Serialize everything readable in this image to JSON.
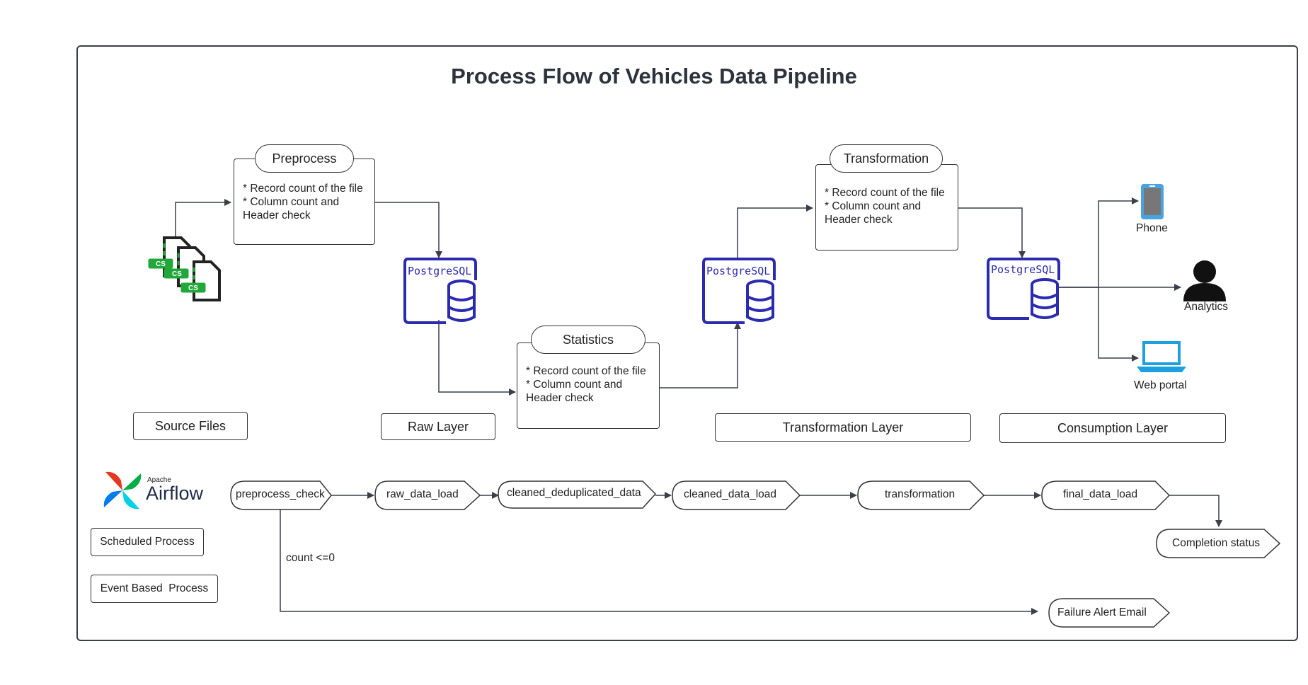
{
  "title": "Process Flow of Vehicles Data Pipeline",
  "stages": {
    "preprocess": {
      "label": "Preprocess",
      "lines": [
        "* Record count of the file",
        "* Column count and",
        "Header check"
      ]
    },
    "statistics": {
      "label": "Statistics",
      "lines": [
        "* Record count of the file",
        "* Column count and",
        "Header check"
      ]
    },
    "transformation": {
      "label": "Transformation",
      "lines": [
        "* Record count of the file",
        "* Column count and",
        "Header check"
      ]
    }
  },
  "databases": {
    "label": "PostgreSQL",
    "color": "#2b2bb0"
  },
  "source_file_badge": "CS",
  "consumers": {
    "phone": "Phone",
    "analytics": "Analytics",
    "web_portal": "Web portal"
  },
  "layers": {
    "source": "Source Files",
    "raw": "Raw Layer",
    "transformation": "Transformation Layer",
    "consumption": "Consumption Layer"
  },
  "airflow": {
    "apache": "Apache",
    "name": "Airflow",
    "legend_scheduled": "Scheduled Process",
    "legend_event": "Event Based  Process"
  },
  "tasks": {
    "preprocess_check": "preprocess_check",
    "raw_data_load": "raw_data_load",
    "cleaned_deduplicated_data": "cleaned_deduplicated_data",
    "cleaned_data_load": "cleaned_data_load",
    "transformation": "transformation",
    "final_data_load": "final_data_load",
    "completion_status": "Completion status",
    "failure_alert": "Failure Alert Email"
  },
  "condition": "count <=0",
  "colors": {
    "frame": "#3a3f4a",
    "postgres": "#2b2bb0",
    "csv_green": "#22a83a",
    "phone": "#4aa3df",
    "laptop": "#1ea0e0",
    "arrow": "#3a3f4a"
  }
}
